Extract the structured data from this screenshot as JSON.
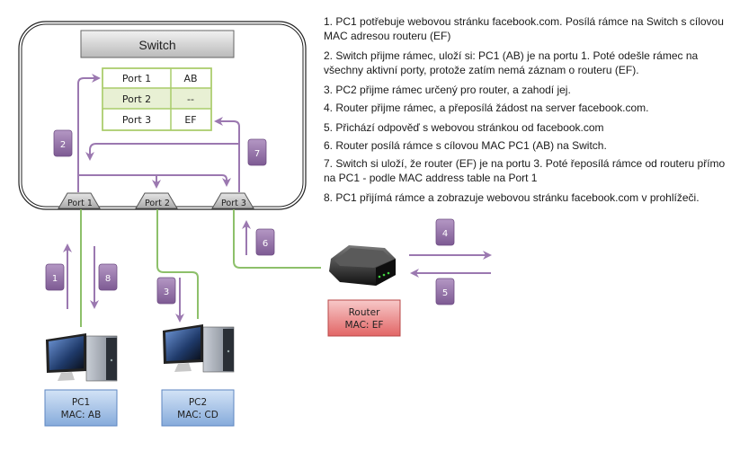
{
  "switch": {
    "title": "Switch",
    "mac_table": [
      {
        "port": "Port 1",
        "mac": "AB"
      },
      {
        "port": "Port 2",
        "mac": "--"
      },
      {
        "port": "Port 3",
        "mac": "EF"
      }
    ],
    "ports": [
      "Port 1",
      "Port 2",
      "Port 3"
    ]
  },
  "devices": {
    "pc1": {
      "name": "PC1",
      "mac": "MAC: AB"
    },
    "pc2": {
      "name": "PC2",
      "mac": "MAC: CD"
    },
    "router": {
      "name": "Router",
      "mac": "MAC: EF"
    }
  },
  "step_badges": [
    "1",
    "2",
    "3",
    "4",
    "5",
    "6",
    "7",
    "8"
  ],
  "steps": [
    "1. PC1 potřebuje webovou stránku facebook.com. Posílá rámce na Switch s cílovou MAC adresou routeru (EF)",
    "2. Switch přijme rámec, uloží si: PC1 (AB) je na portu 1. Poté odešle rámec na všechny aktivní porty, protože zatím nemá záznam o routeru (EF).",
    "3. PC2 přijme rámec určený pro router, a zahodí jej.",
    "4. Router přijme rámec, a přeposílá žádost na server facebook.com.",
    "5. Přichází odpověď s webovou stránkou od facebook.com",
    "6. Router posílá rámce s cílovou MAC PC1 (AB) na Switch.",
    "7. Switch si uloží, že router (EF) je na portu 3. Poté řeposílá rámce od routeru přímo na PC1 - podle MAC address table na Port 1",
    "8. PC1 přijímá rámce a zobrazuje webovou stránku facebook.com v prohlížeči."
  ],
  "colors": {
    "arrow": "#9b78b0",
    "cable": "#8dc06a",
    "badge": "#8a6a9e",
    "table_border": "#a9cc6a",
    "table_alt": "#e8f0d4",
    "pc_label": "#a9c6ea",
    "router_label": "#ec8c8c"
  }
}
